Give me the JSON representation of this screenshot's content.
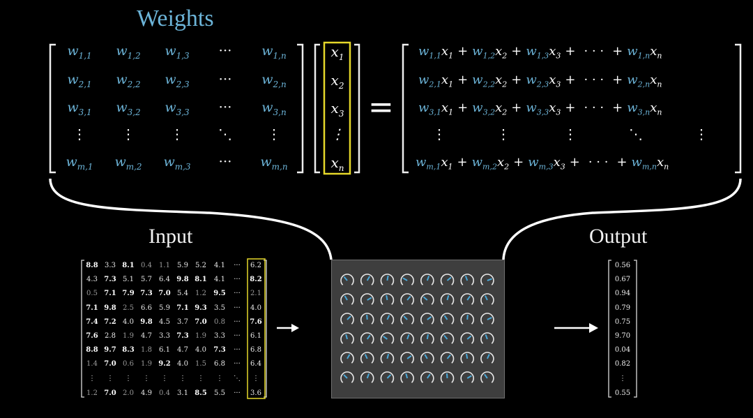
{
  "titles": {
    "weights": "Weights",
    "input": "Input",
    "output": "Output"
  },
  "weight_matrix": {
    "rows": [
      "1",
      "2",
      "3",
      "m"
    ],
    "cols": [
      "1",
      "2",
      "3",
      "n"
    ],
    "symbol": "w",
    "dots_h": "···",
    "dots_v": "⋮",
    "dots_d": "⋱"
  },
  "input_vector": {
    "symbol": "x",
    "entries": [
      "1",
      "2",
      "3",
      "n"
    ]
  },
  "equals": "=",
  "result_rows": [
    {
      "r": "1"
    },
    {
      "r": "2"
    },
    {
      "r": "3"
    },
    {
      "r": "m"
    }
  ],
  "result_ops": {
    "plus": "+",
    "dots": "· · ·"
  },
  "input_matrix": {
    "rows": [
      [
        "8.8",
        "3.3",
        "8.1",
        "0.4",
        "1.1",
        "5.9",
        "5.2",
        "4.1",
        "6.2"
      ],
      [
        "4.3",
        "7.3",
        "5.1",
        "5.7",
        "6.4",
        "9.8",
        "8.1",
        "4.1",
        "8.2"
      ],
      [
        "0.5",
        "7.1",
        "7.9",
        "7.3",
        "7.0",
        "5.4",
        "1.2",
        "9.5",
        "2.1"
      ],
      [
        "7.1",
        "9.8",
        "2.5",
        "6.6",
        "5.9",
        "7.1",
        "9.3",
        "3.5",
        "4.0"
      ],
      [
        "7.4",
        "7.2",
        "4.0",
        "9.8",
        "4.5",
        "3.7",
        "7.0",
        "0.8",
        "7.6"
      ],
      [
        "7.6",
        "2.8",
        "1.9",
        "4.7",
        "3.3",
        "7.3",
        "1.9",
        "3.3",
        "6.1"
      ],
      [
        "8.8",
        "9.7",
        "8.3",
        "1.8",
        "6.1",
        "4.7",
        "4.0",
        "7.3",
        "6.8"
      ],
      [
        "1.4",
        "7.0",
        "0.6",
        "1.9",
        "9.2",
        "4.0",
        "1.5",
        "6.8",
        "6.4"
      ],
      [
        "1.2",
        "7.0",
        "2.0",
        "4.9",
        "0.4",
        "3.1",
        "8.5",
        "5.5",
        "3.6"
      ]
    ],
    "dots_h": "···",
    "dots_v": "⋮",
    "dots_d": "⋱"
  },
  "output_vector": [
    "0.56",
    "0.67",
    "0.94",
    "0.79",
    "0.75",
    "9.70",
    "0.04",
    "0.82",
    "0.55"
  ],
  "output_dots": "⋮",
  "network": {
    "dial_rows": 6,
    "dial_cols": 8,
    "dial_angles": [
      -40,
      30,
      10,
      -60,
      20,
      50,
      -20,
      70,
      -30,
      60,
      -10,
      40,
      -50,
      15,
      35,
      -25,
      45,
      -5,
      25,
      -45,
      55,
      -35,
      5,
      65,
      -15,
      35,
      -55,
      20,
      10,
      -40,
      50,
      -20,
      30,
      -25,
      15,
      55,
      -30,
      40,
      -10,
      25,
      -45,
      20,
      45,
      -15,
      35,
      -5,
      60,
      -35
    ],
    "accent": "#4aa8d8"
  },
  "colors": {
    "weight": "#6cb4d8",
    "highlight": "#e6d82a",
    "text": "#f2f2f2"
  }
}
